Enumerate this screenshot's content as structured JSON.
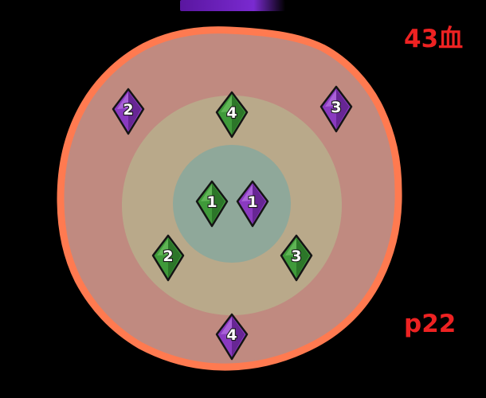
{
  "top_banner": {
    "color": "#6a1fb0"
  },
  "labels": {
    "hp": "43血",
    "page": "p22"
  },
  "arena": {
    "outer_fill": "#c08a80",
    "outer_border": "#ff7a50",
    "middle_fill": "#b9a98a",
    "inner_fill": "#8fa89a"
  },
  "markers": [
    {
      "number": "1",
      "color": "green"
    },
    {
      "number": "1",
      "color": "purple"
    },
    {
      "number": "2",
      "color": "purple"
    },
    {
      "number": "2",
      "color": "green"
    },
    {
      "number": "3",
      "color": "purple"
    },
    {
      "number": "3",
      "color": "green"
    },
    {
      "number": "4",
      "color": "green"
    },
    {
      "number": "4",
      "color": "purple"
    }
  ],
  "colors": {
    "green": "#3f9a3a",
    "green_dark": "#1d5a1c",
    "green_light": "#7fd070",
    "purple": "#8a3ac0",
    "purple_dark": "#4a1670",
    "purple_light": "#c88af0",
    "label_red": "#ee2222"
  }
}
